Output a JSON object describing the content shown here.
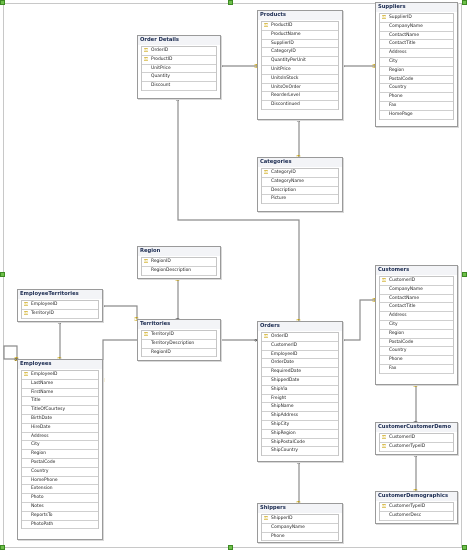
{
  "diagram": {
    "tables": [
      {
        "id": "order_details",
        "name": "Order Details",
        "columns": [
          {
            "name": "OrderID",
            "pk": true
          },
          {
            "name": "ProductID",
            "pk": true
          },
          {
            "name": "UnitPrice",
            "pk": false
          },
          {
            "name": "Quantity",
            "pk": false
          },
          {
            "name": "Discount",
            "pk": false
          }
        ]
      },
      {
        "id": "products",
        "name": "Products",
        "columns": [
          {
            "name": "ProductID",
            "pk": true
          },
          {
            "name": "ProductName",
            "pk": false
          },
          {
            "name": "SupplierID",
            "pk": false
          },
          {
            "name": "CategoryID",
            "pk": false
          },
          {
            "name": "QuantityPerUnit",
            "pk": false
          },
          {
            "name": "UnitPrice",
            "pk": false
          },
          {
            "name": "UnitsInStock",
            "pk": false
          },
          {
            "name": "UnitsOnOrder",
            "pk": false
          },
          {
            "name": "ReorderLevel",
            "pk": false
          },
          {
            "name": "Discontinued",
            "pk": false
          }
        ]
      },
      {
        "id": "suppliers",
        "name": "Suppliers",
        "columns": [
          {
            "name": "SupplierID",
            "pk": true
          },
          {
            "name": "CompanyName",
            "pk": false
          },
          {
            "name": "ContactName",
            "pk": false
          },
          {
            "name": "ContactTitle",
            "pk": false
          },
          {
            "name": "Address",
            "pk": false
          },
          {
            "name": "City",
            "pk": false
          },
          {
            "name": "Region",
            "pk": false
          },
          {
            "name": "PostalCode",
            "pk": false
          },
          {
            "name": "Country",
            "pk": false
          },
          {
            "name": "Phone",
            "pk": false
          },
          {
            "name": "Fax",
            "pk": false
          },
          {
            "name": "HomePage",
            "pk": false
          }
        ]
      },
      {
        "id": "categories",
        "name": "Categories",
        "columns": [
          {
            "name": "CategoryID",
            "pk": true
          },
          {
            "name": "CategoryName",
            "pk": false
          },
          {
            "name": "Description",
            "pk": false
          },
          {
            "name": "Picture",
            "pk": false
          }
        ]
      },
      {
        "id": "region",
        "name": "Region",
        "columns": [
          {
            "name": "RegionID",
            "pk": true
          },
          {
            "name": "RegionDescription",
            "pk": false
          }
        ]
      },
      {
        "id": "employee_territories",
        "name": "EmployeeTerritories",
        "columns": [
          {
            "name": "EmployeeID",
            "pk": true
          },
          {
            "name": "TerritoryID",
            "pk": true
          }
        ]
      },
      {
        "id": "territories",
        "name": "Territories",
        "columns": [
          {
            "name": "TerritoryID",
            "pk": true
          },
          {
            "name": "TerritoryDescription",
            "pk": false
          },
          {
            "name": "RegionID",
            "pk": false
          }
        ]
      },
      {
        "id": "customers",
        "name": "Customers",
        "columns": [
          {
            "name": "CustomerID",
            "pk": true
          },
          {
            "name": "CompanyName",
            "pk": false
          },
          {
            "name": "ContactName",
            "pk": false
          },
          {
            "name": "ContactTitle",
            "pk": false
          },
          {
            "name": "Address",
            "pk": false
          },
          {
            "name": "City",
            "pk": false
          },
          {
            "name": "Region",
            "pk": false
          },
          {
            "name": "PostalCode",
            "pk": false
          },
          {
            "name": "Country",
            "pk": false
          },
          {
            "name": "Phone",
            "pk": false
          },
          {
            "name": "Fax",
            "pk": false
          }
        ]
      },
      {
        "id": "employees",
        "name": "Employees",
        "columns": [
          {
            "name": "EmployeeID",
            "pk": true
          },
          {
            "name": "LastName",
            "pk": false
          },
          {
            "name": "FirstName",
            "pk": false
          },
          {
            "name": "Title",
            "pk": false
          },
          {
            "name": "TitleOfCourtesy",
            "pk": false
          },
          {
            "name": "BirthDate",
            "pk": false
          },
          {
            "name": "HireDate",
            "pk": false
          },
          {
            "name": "Address",
            "pk": false
          },
          {
            "name": "City",
            "pk": false
          },
          {
            "name": "Region",
            "pk": false
          },
          {
            "name": "PostalCode",
            "pk": false
          },
          {
            "name": "Country",
            "pk": false
          },
          {
            "name": "HomePhone",
            "pk": false
          },
          {
            "name": "Extension",
            "pk": false
          },
          {
            "name": "Photo",
            "pk": false
          },
          {
            "name": "Notes",
            "pk": false
          },
          {
            "name": "ReportsTo",
            "pk": false
          },
          {
            "name": "PhotoPath",
            "pk": false
          }
        ]
      },
      {
        "id": "orders",
        "name": "Orders",
        "columns": [
          {
            "name": "OrderID",
            "pk": true
          },
          {
            "name": "CustomerID",
            "pk": false
          },
          {
            "name": "EmployeeID",
            "pk": false
          },
          {
            "name": "OrderDate",
            "pk": false
          },
          {
            "name": "RequiredDate",
            "pk": false
          },
          {
            "name": "ShippedDate",
            "pk": false
          },
          {
            "name": "ShipVia",
            "pk": false
          },
          {
            "name": "Freight",
            "pk": false
          },
          {
            "name": "ShipName",
            "pk": false
          },
          {
            "name": "ShipAddress",
            "pk": false
          },
          {
            "name": "ShipCity",
            "pk": false
          },
          {
            "name": "ShipRegion",
            "pk": false
          },
          {
            "name": "ShipPostalCode",
            "pk": false
          },
          {
            "name": "ShipCountry",
            "pk": false
          }
        ]
      },
      {
        "id": "customer_customer_demo",
        "name": "CustomerCustomerDemo",
        "columns": [
          {
            "name": "CustomerID",
            "pk": true
          },
          {
            "name": "CustomerTypeID",
            "pk": true
          }
        ]
      },
      {
        "id": "customer_demographics",
        "name": "CustomerDemographics",
        "columns": [
          {
            "name": "CustomerTypeID",
            "pk": true
          },
          {
            "name": "CustomerDesc",
            "pk": false
          }
        ]
      },
      {
        "id": "shippers",
        "name": "Shippers",
        "columns": [
          {
            "name": "ShipperID",
            "pk": true
          },
          {
            "name": "CompanyName",
            "pk": false
          },
          {
            "name": "Phone",
            "pk": false
          }
        ]
      }
    ],
    "relationships": [
      {
        "from": "order_details",
        "to": "products"
      },
      {
        "from": "products",
        "to": "suppliers"
      },
      {
        "from": "products",
        "to": "categories"
      },
      {
        "from": "order_details",
        "to": "orders"
      },
      {
        "from": "territories",
        "to": "region"
      },
      {
        "from": "employee_territories",
        "to": "territories"
      },
      {
        "from": "employee_territories",
        "to": "employees"
      },
      {
        "from": "employees",
        "to": "employees"
      },
      {
        "from": "orders",
        "to": "employees"
      },
      {
        "from": "orders",
        "to": "customers"
      },
      {
        "from": "orders",
        "to": "shippers"
      },
      {
        "from": "customer_customer_demo",
        "to": "customers"
      },
      {
        "from": "customer_customer_demo",
        "to": "customer_demographics"
      }
    ],
    "colors": {
      "title_text": "#1a2a50",
      "key_icon": "#c8a000",
      "line": "#8c8c8c",
      "handle": "#6ec04a"
    }
  }
}
